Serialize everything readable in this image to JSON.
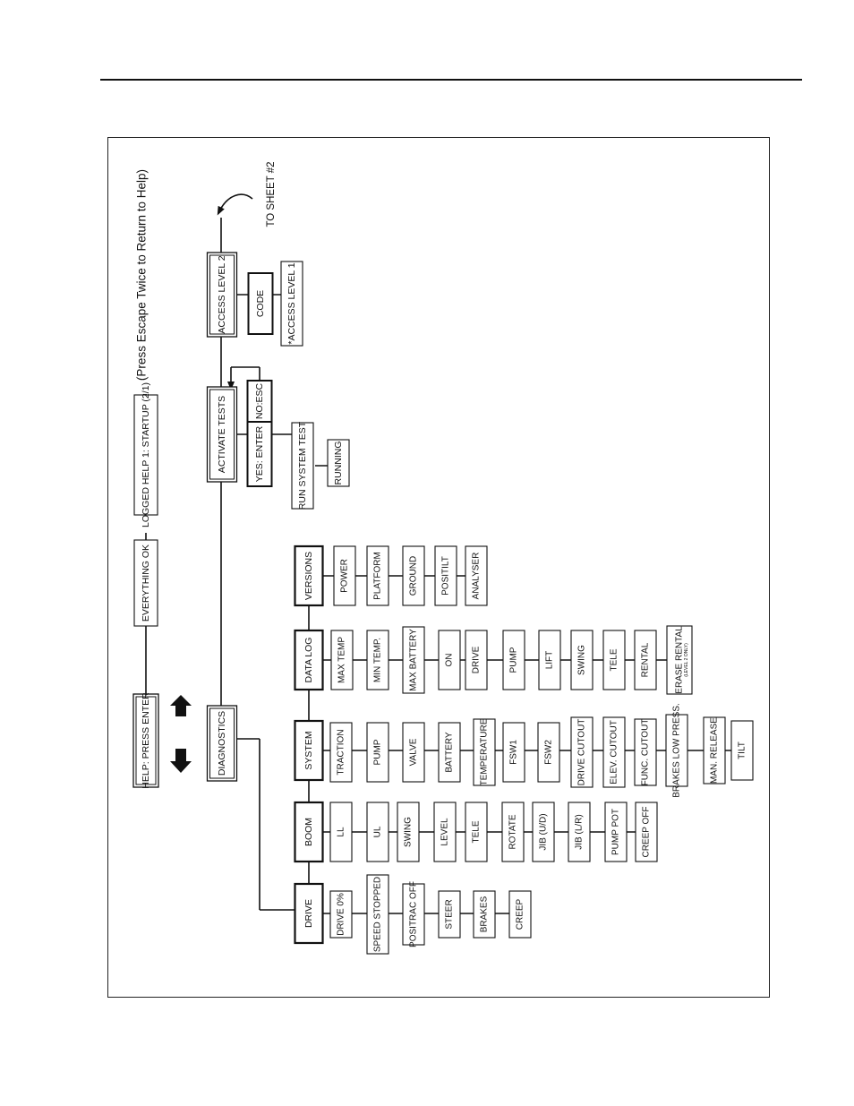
{
  "header_note": "(Press Escape Twice to Return to Help)",
  "to_sheet": "TO SHEET #2",
  "top": {
    "help": "HELP: PRESS ENTER",
    "everything_ok": "EVERYTHING OK",
    "logged_help": "LOGGED HELP 1: STARTUP (2/1)"
  },
  "menu": {
    "diagnostics": "DIAGNOSTICS",
    "activate_tests": "ACTIVATE TESTS",
    "access_level_2": "ACCESS LEVEL 2"
  },
  "activate": {
    "yes": "YES: ENTER",
    "no": "NO:ESC",
    "run_system_test": "RUN SYSTEM TEST",
    "running": "RUNNING"
  },
  "access": {
    "code": "CODE",
    "access_level_1": "*ACCESS LEVEL 1"
  },
  "columns": {
    "drive": {
      "title": "DRIVE",
      "items": [
        "DRIVE 0%",
        "SPEED STOPPED",
        "POSITRAC OFF",
        "STEER",
        "BRAKES",
        "CREEP"
      ]
    },
    "boom": {
      "title": "BOOM",
      "items": [
        "LL",
        "UL",
        "SWING",
        "LEVEL",
        "TELE",
        "ROTATE",
        "JIB (U/D)",
        "JIB (L/R)",
        "PUMP POT",
        "CREEP OFF"
      ]
    },
    "system": {
      "title": "SYSTEM",
      "items": [
        "TRACTION",
        "PUMP",
        "VALVE",
        "BATTERY",
        "TEMPERATURE",
        "FSW1",
        "FSW2",
        "DRIVE CUTOUT",
        "ELEV. CUTOUT",
        "FUNC. CUTOUT",
        "BRAKES LOW PRESS.",
        "MAN. RELEASE",
        "TILT"
      ]
    },
    "datalog": {
      "title": "DATA LOG",
      "items": [
        "MAX TEMP",
        "MIN TEMP.",
        "MAX BATTERY",
        "ON",
        "DRIVE",
        "PUMP",
        "LIFT",
        "SWING",
        "TELE",
        "RENTAL",
        "ERASE RENTAL"
      ],
      "erase_note": "(LEVEL 2 ONLY)"
    },
    "versions": {
      "title": "VERSIONS",
      "items": [
        "POWER",
        "PLATFORM",
        "GROUND",
        "POSITILT",
        "ANALYSER"
      ]
    }
  }
}
